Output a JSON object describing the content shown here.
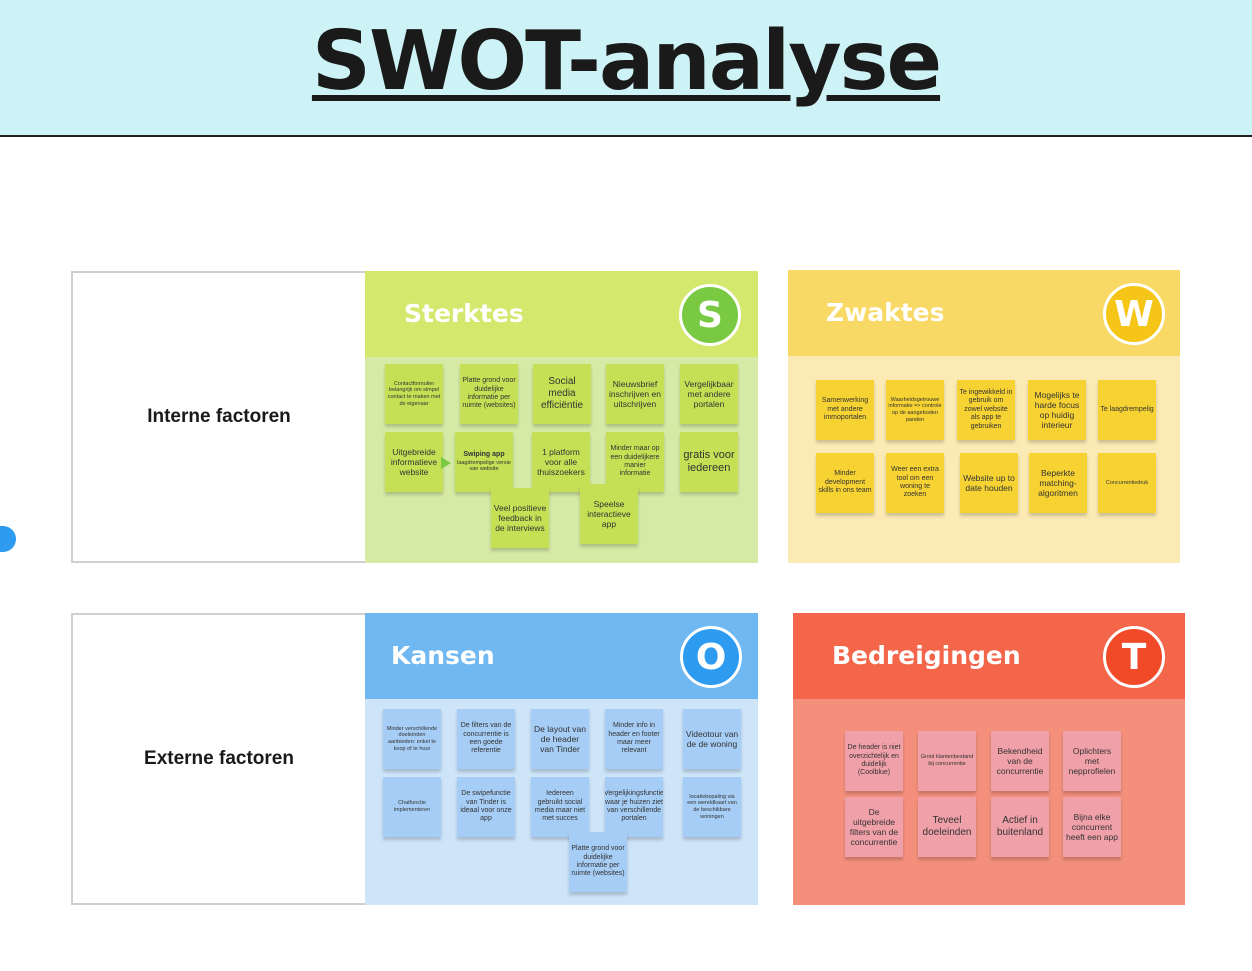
{
  "title": "SWOT-analyse",
  "rows": {
    "intern": "Interne factoren",
    "extern": "Externe factoren"
  },
  "colors": {
    "header_bg": "#cef3f6",
    "s_band": "#d4e86e",
    "s_body": "#d5eaa5",
    "s_badge": "#7ac943",
    "w_band": "#f9d965",
    "w_body": "#fbeab3",
    "w_badge": "#f5c518",
    "o_band": "#6fb8f2",
    "o_body": "#cde4f9",
    "o_badge": "#2d9bf0",
    "t_band": "#f4664a",
    "t_body": "#f48f7c",
    "t_badge": "#f04a28"
  },
  "quadrants": {
    "s": {
      "title": "Sterktes",
      "letter": "S",
      "notes": [
        "Contactformulier belangrijk om simpel contact te maken met de eigenaar",
        "Platte grond voor duidelijke informatie per ruimte (websites)",
        "Social media efficiëntie",
        "Nieuwsbrief inschrijven en uitschrijven",
        "Vergelijkbaar met andere portalen",
        "Uitgebreide informatieve website",
        "Swiping app",
        "laagdrempelige versie van website",
        "1 platform voor alle thuiszoekers",
        "Minder maar op een duidelijkere manier informatie",
        "gratis voor iedereen",
        "Veel positieve feedback in de interviews",
        "Speelse interactieve app"
      ]
    },
    "w": {
      "title": "Zwaktes",
      "letter": "W",
      "notes": [
        "Samenwerking met andere immoportalen",
        "Waarheidsgetrouwe informatie => controle op de aangeboden panden",
        "Te ingewikkeld in gebruik om zowel website als app te gebruiken",
        "Mogelijks te harde focus op huidig interieur",
        "Te laagdrempelig",
        "Minder development skills in ons team",
        "Weer een extra tool om een woning te zoeken",
        "Website up to date houden",
        "Beperkte matching-algoritmen",
        "Concurrentiedruk"
      ]
    },
    "o": {
      "title": "Kansen",
      "letter": "O",
      "notes": [
        "Minder verschillende doeleinden aanbieden: enkel te koop of te huur",
        "De filters van de concurrentie is een goede referentie",
        "De layout van de header van Tinder",
        "Minder info in header en footer maar meer relevant",
        "Videotour van de de woning",
        "Chatfunctie implementeren",
        "De swipefunctie van Tinder is ideaal voor onze app",
        "Iedereen gebruikt social media maar niet met succes",
        "Vergelijkingsfunctie waar je huizen ziet van verschillende portalen",
        "locatiebepaling via een wereldkaart van de beschikbare woningen",
        "Platte grond voor duidelijke informatie per ruimte (websites)"
      ]
    },
    "t": {
      "title": "Bedreigingen",
      "letter": "T",
      "notes": [
        "De header is niet overzichtelijk en duidelijk (Coolblue)",
        "Groot klantenbestand bij concurrentie",
        "Bekendheid van de concurrentie",
        "Oplichters met nepprofielen",
        "De uitgebreide filters van de concurrentie",
        "Teveel doeleinden",
        "Actief in buitenland",
        "Bijna elke concurrent heeft een app"
      ]
    }
  }
}
